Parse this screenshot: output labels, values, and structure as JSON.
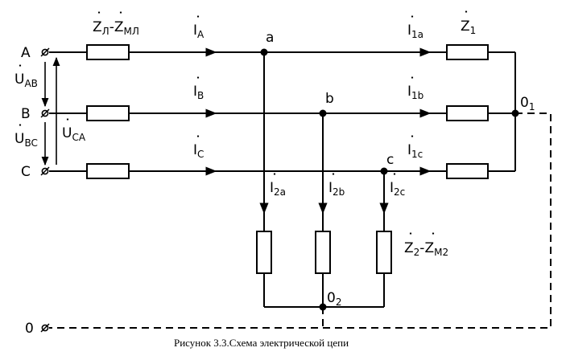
{
  "terminals": {
    "a": "A",
    "b": "B",
    "c": "C",
    "neutral": "0"
  },
  "nodes": {
    "a": "a",
    "b": "b",
    "c": "c",
    "star1_base": "0",
    "star1_sub": "1",
    "star2_base": "0",
    "star2_sub": "2"
  },
  "voltages": {
    "uab": {
      "base": "U",
      "sub": "AB"
    },
    "ubc": {
      "base": "U",
      "sub": "BC"
    },
    "uca": {
      "base": "U",
      "sub": "CA"
    }
  },
  "currents": {
    "ia": {
      "base": "I",
      "sub": "A"
    },
    "ib": {
      "base": "I",
      "sub": "B"
    },
    "ic": {
      "base": "I",
      "sub": "C"
    },
    "i1a": {
      "base": "I",
      "sub": "1a"
    },
    "i1b": {
      "base": "I",
      "sub": "1b"
    },
    "i1c": {
      "base": "I",
      "sub": "1c"
    },
    "i2a": {
      "base": "I",
      "sub": "2a"
    },
    "i2b": {
      "base": "I",
      "sub": "2b"
    },
    "i2c": {
      "base": "I",
      "sub": "2c"
    }
  },
  "impedances": {
    "line": {
      "z1": "Z",
      "s1": "Л",
      "sep": "-",
      "z2": "Z",
      "s2": "МЛ"
    },
    "load1": {
      "base": "Z",
      "sub": "1"
    },
    "load2": {
      "z1": "Z",
      "s1": "2",
      "sep": "-",
      "z2": "Z",
      "s2": "М2"
    }
  },
  "caption": "Рисунок 3.3.Схема электрической цепи"
}
